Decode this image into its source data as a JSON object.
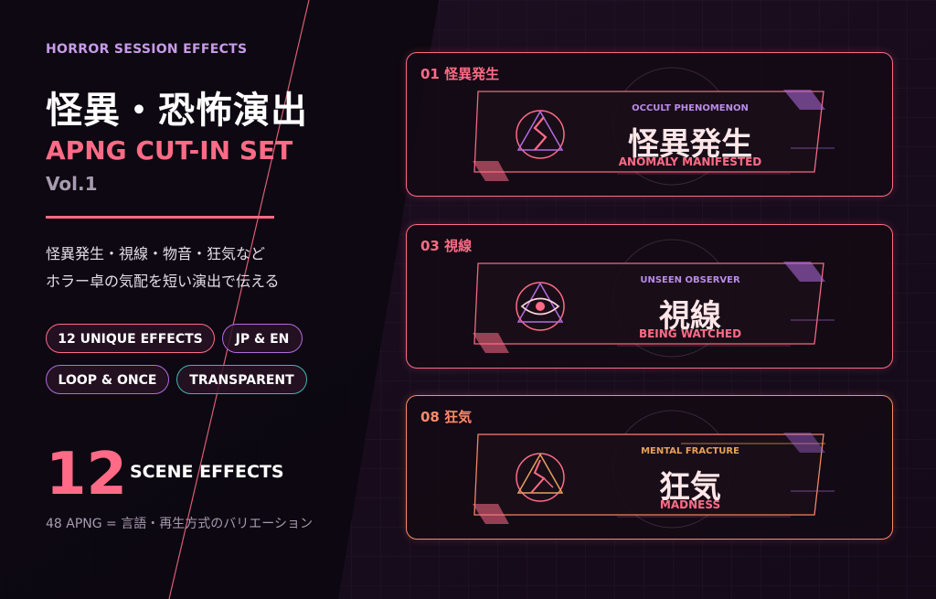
{
  "header": {
    "eyebrow": "HORROR SESSION EFFECTS",
    "title_jp": "怪異・恐怖演出",
    "title_en": "APNG CUT-IN SET",
    "volume": "Vol.1"
  },
  "description": {
    "line1": "怪異発生・視線・物音・狂気など",
    "line2": "ホラー卓の気配を短い演出で伝える"
  },
  "tags": [
    {
      "label": "12 UNIQUE EFFECTS",
      "color": "#ff6b86"
    },
    {
      "label": "JP & EN",
      "color": "#b26be0"
    },
    {
      "label": "LOOP & ONCE",
      "color": "#b26be0"
    },
    {
      "label": "TRANSPARENT",
      "color": "#3fb6b0"
    }
  ],
  "summary": {
    "count": "12",
    "label": "SCENE EFFECTS",
    "note": "48 APNG = 言語・再生方式のバリエーション"
  },
  "cards": [
    {
      "label": "01 怪異発生",
      "sub_en": "OCCULT PHENOMENON",
      "title_jp": "怪異発生",
      "title_en": "ANOMALY MANIFESTED",
      "icon": "zigzag-triangle-icon",
      "accent": "#ff6b86",
      "sub_color": "#b98be6"
    },
    {
      "label": "03 視線",
      "sub_en": "UNSEEN OBSERVER",
      "title_jp": "視線",
      "title_en": "BEING WATCHED",
      "icon": "eye-triangle-icon",
      "accent": "#ff6b86",
      "sub_color": "#b98be6"
    },
    {
      "label": "08 狂気",
      "sub_en": "MENTAL FRACTURE",
      "title_jp": "狂気",
      "title_en": "MADNESS",
      "icon": "cracked-triangle-icon",
      "accent": "#ff8a6b",
      "sub_color": "#e6a15a"
    }
  ],
  "colors": {
    "accent_pink": "#ff6b86",
    "accent_purple": "#b26be0",
    "accent_teal": "#3fb6b0",
    "accent_orange": "#ff8a6b",
    "background": "#0f0a14"
  }
}
